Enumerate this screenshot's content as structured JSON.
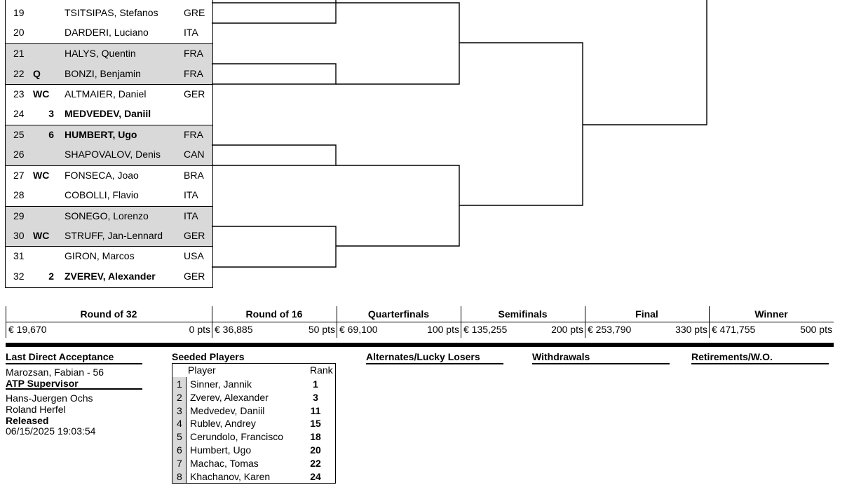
{
  "draw": [
    {
      "num": "19",
      "entry": "",
      "seed": "",
      "name": "TSITSIPAS, Stefanos",
      "country": "GRE",
      "bold": false
    },
    {
      "num": "20",
      "entry": "",
      "seed": "",
      "name": "DARDERI, Luciano",
      "country": "ITA",
      "bold": false
    },
    {
      "num": "21",
      "entry": "",
      "seed": "",
      "name": "HALYS, Quentin",
      "country": "FRA",
      "bold": false
    },
    {
      "num": "22",
      "entry": "Q",
      "seed": "",
      "name": "BONZI, Benjamin",
      "country": "FRA",
      "bold": false
    },
    {
      "num": "23",
      "entry": "WC",
      "seed": "",
      "name": "ALTMAIER, Daniel",
      "country": "GER",
      "bold": false
    },
    {
      "num": "24",
      "entry": "",
      "seed": "3",
      "name": "MEDVEDEV, Daniil",
      "country": "",
      "bold": true
    },
    {
      "num": "25",
      "entry": "",
      "seed": "6",
      "name": "HUMBERT, Ugo",
      "country": "FRA",
      "bold": true
    },
    {
      "num": "26",
      "entry": "",
      "seed": "",
      "name": "SHAPOVALOV, Denis",
      "country": "CAN",
      "bold": false
    },
    {
      "num": "27",
      "entry": "WC",
      "seed": "",
      "name": "FONSECA, Joao",
      "country": "BRA",
      "bold": false
    },
    {
      "num": "28",
      "entry": "",
      "seed": "",
      "name": "COBOLLI, Flavio",
      "country": "ITA",
      "bold": false
    },
    {
      "num": "29",
      "entry": "",
      "seed": "",
      "name": "SONEGO, Lorenzo",
      "country": "ITA",
      "bold": false
    },
    {
      "num": "30",
      "entry": "WC",
      "seed": "",
      "name": "STRUFF, Jan-Lennard",
      "country": "GER",
      "bold": false
    },
    {
      "num": "31",
      "entry": "",
      "seed": "",
      "name": "GIRON, Marcos",
      "country": "USA",
      "bold": false
    },
    {
      "num": "32",
      "entry": "",
      "seed": "2",
      "name": "ZVEREV, Alexander",
      "country": "GER",
      "bold": true
    }
  ],
  "rounds": [
    {
      "name": "Round of 32",
      "prize": "€ 19,670",
      "points": "0 pts"
    },
    {
      "name": "Round of 16",
      "prize": "€ 36,885",
      "points": "50 pts"
    },
    {
      "name": "Quarterfinals",
      "prize": "€ 69,100",
      "points": "100 pts"
    },
    {
      "name": "Semifinals",
      "prize": "€ 135,255",
      "points": "200 pts"
    },
    {
      "name": "Final",
      "prize": "€ 253,790",
      "points": "330 pts"
    },
    {
      "name": "Winner",
      "prize": "€ 471,755",
      "points": "500 pts"
    }
  ],
  "footer": {
    "last_direct_acceptance_title": "Last Direct Acceptance",
    "last_direct_acceptance": "Marozsan, Fabian - 56",
    "supervisor_title": "ATP Supervisor",
    "supervisors": [
      "Hans-Juergen Ochs",
      "Roland Herfel"
    ],
    "released_title": "Released",
    "released": "06/15/2025 19:03:54",
    "seeded_title": "Seeded Players",
    "seeded_col_player": "Player",
    "seeded_col_rank": "Rank",
    "seeded": [
      {
        "seed": "1",
        "name": "Sinner, Jannik",
        "rank": "1"
      },
      {
        "seed": "2",
        "name": "Zverev, Alexander",
        "rank": "3"
      },
      {
        "seed": "3",
        "name": "Medvedev, Daniil",
        "rank": "11"
      },
      {
        "seed": "4",
        "name": "Rublev, Andrey",
        "rank": "15"
      },
      {
        "seed": "5",
        "name": "Cerundolo, Francisco",
        "rank": "18"
      },
      {
        "seed": "6",
        "name": "Humbert, Ugo",
        "rank": "20"
      },
      {
        "seed": "7",
        "name": "Machac, Tomas",
        "rank": "22"
      },
      {
        "seed": "8",
        "name": "Khachanov, Karen",
        "rank": "24"
      }
    ],
    "alternates_title": "Alternates/Lucky Losers",
    "withdrawals_title": "Withdrawals",
    "retirements_title": "Retirements/W.O."
  }
}
